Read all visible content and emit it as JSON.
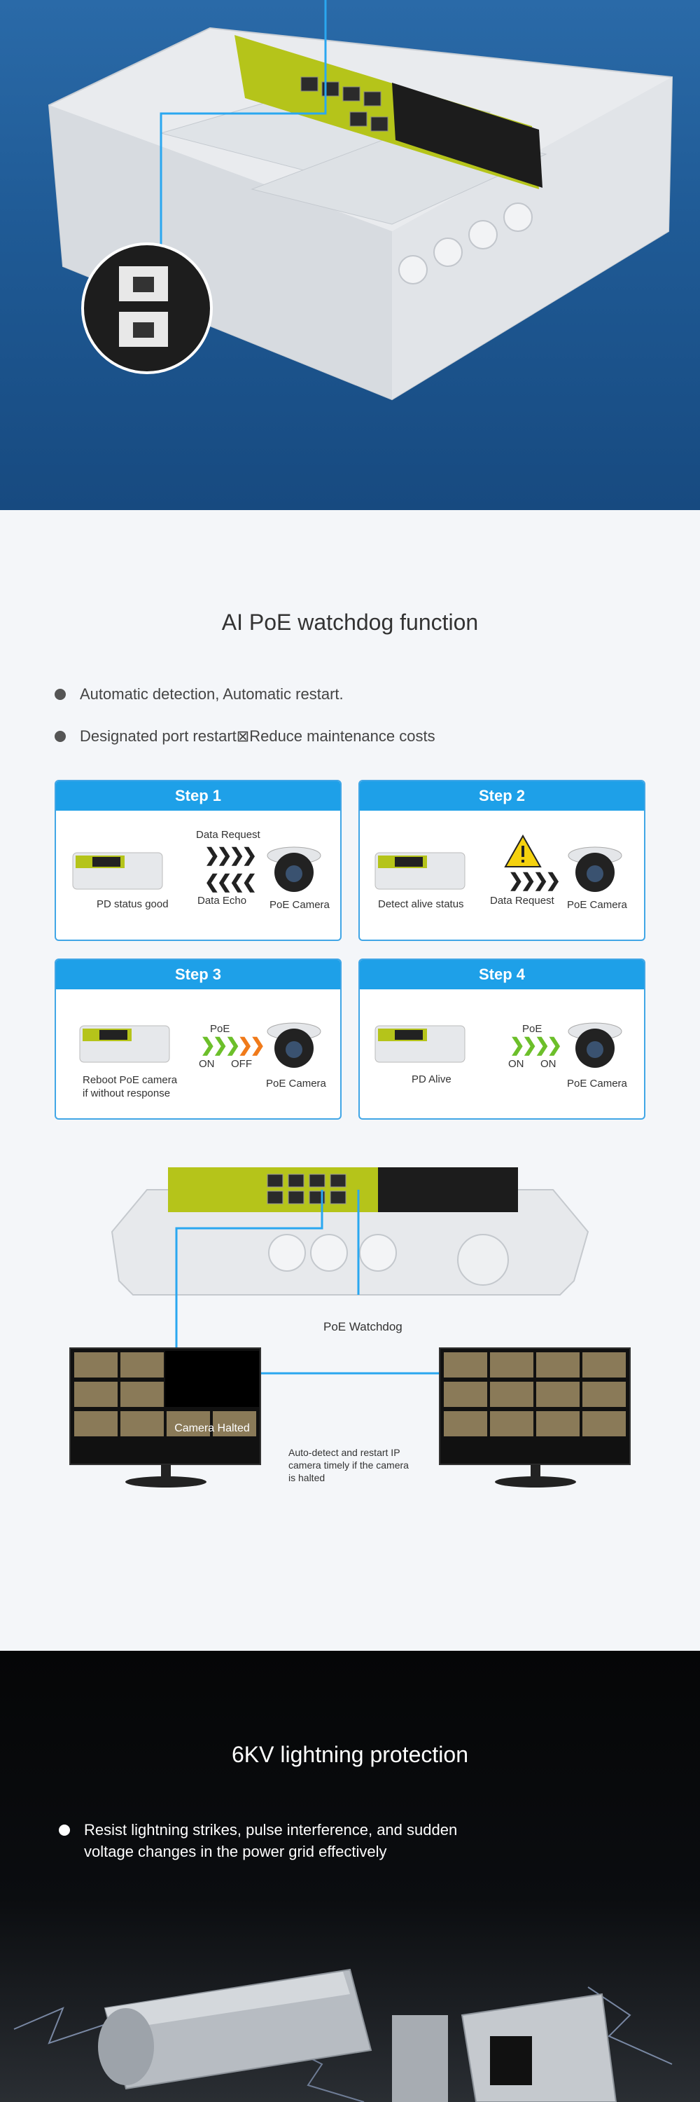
{
  "watchdog": {
    "title": "AI PoE watchdog function",
    "bullets": [
      "Automatic detection, Automatic restart.",
      "Designated port restart⊠Reduce maintenance costs"
    ],
    "steps": [
      {
        "title": "Step 1",
        "labels": {
          "top": "Data Request",
          "bottom": "Data Echo",
          "left": "PD status good",
          "right": "PoE Camera"
        }
      },
      {
        "title": "Step 2",
        "labels": {
          "mid": "Data Request",
          "left": "Detect alive status",
          "right": "PoE Camera"
        }
      },
      {
        "title": "Step 3",
        "labels": {
          "poe": "PoE",
          "on": "ON",
          "off": "OFF",
          "left": "Reboot PoE camera\nif without response",
          "right": "PoE Camera"
        }
      },
      {
        "title": "Step 4",
        "labels": {
          "poe": "PoE",
          "on1": "ON",
          "on2": "ON",
          "left": "PD Alive",
          "right": "PoE Camera"
        }
      }
    ],
    "diagram": {
      "poe_watchdog": "PoE Watchdog",
      "camera_halted": "Camera Halted",
      "note": "Auto-detect and restart IP camera timely if the camera is halted"
    }
  },
  "lightning": {
    "title": "6KV lightning protection",
    "bullet": "Resist lightning strikes, pulse interference, and sudden voltage changes in the power grid effectively"
  },
  "colors": {
    "accent": "#1ea0e8",
    "hero_bg": "#1f5a95",
    "label_green": "#b5c41a"
  }
}
